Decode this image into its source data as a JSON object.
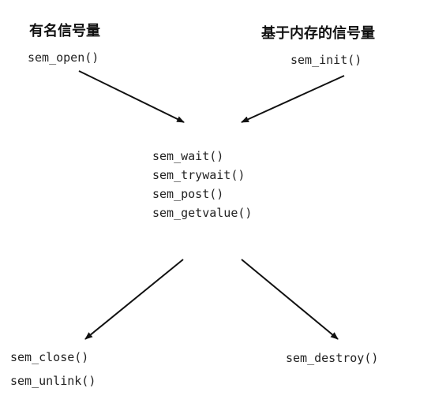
{
  "named_semaphore": {
    "title": "有名信号量",
    "create_call": "sem_open()"
  },
  "memory_semaphore": {
    "title": "基于内存的信号量",
    "create_call": "sem_init()"
  },
  "common_operations": [
    "sem_wait()",
    "sem_trywait()",
    "sem_post()",
    "sem_getvalue()"
  ],
  "named_teardown": [
    "sem_close()",
    "sem_unlink()"
  ],
  "memory_teardown": "sem_destroy()",
  "colors": {
    "arrow": "#111111",
    "text": "#222222"
  }
}
